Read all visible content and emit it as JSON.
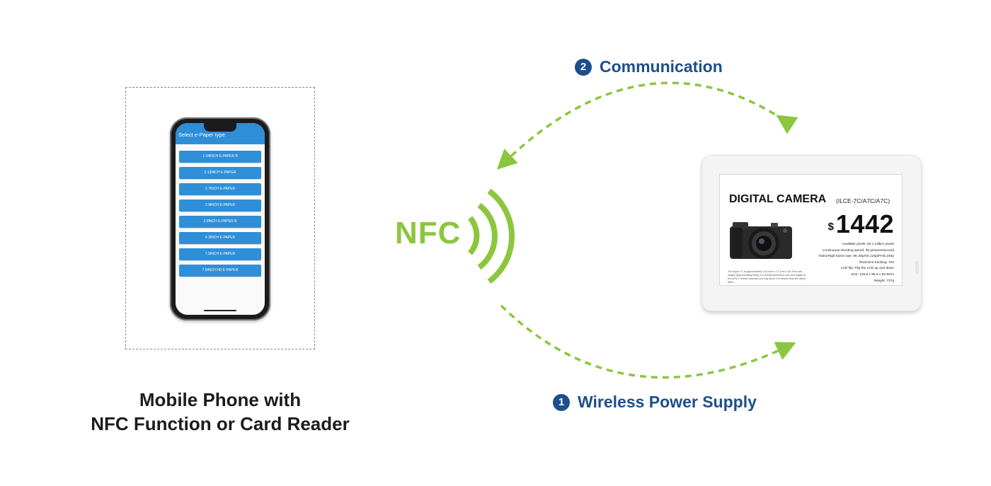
{
  "phone": {
    "header": "Select e-Paper type",
    "menu_items": [
      "1.54INCH E-PAPER B",
      "2.13INCH E-PAPER",
      "2.7INCH E-PAPER",
      "2.9INCH E-PAPER",
      "2.9INCH E-PAPER B",
      "4.2INCH E-PAPER",
      "7.5INCH E-PAPER",
      "7.5INCH HD E-PAPER"
    ]
  },
  "caption_line1": "Mobile Phone with",
  "caption_line2": "NFC Function or Card Reader",
  "nfc_label": "NFC",
  "communication": {
    "number": "2",
    "label": "Communication"
  },
  "power": {
    "number": "1",
    "label": "Wireless Power Supply"
  },
  "device": {
    "title": "DIGITAL CAMERA",
    "model": "(ILCE-7C/A7C/A7C)",
    "currency": "$",
    "price": "1442",
    "specs": [
      "Available pixels: 50.1 million pixels",
      "Continuous shooting speed: 30 pictures/second",
      "Video/High frame rate: 8K,30p/4K,120p/FHD,240p",
      "Real-time tracking: Yes",
      "LCD flip: Flip the LCD up and down",
      "Size: 128.9 x 96.9 x 80.8mm",
      "Weight: 737g"
    ],
    "description": "The Alpha 7C is approximately 124.0mm x 71.1mm x 59.7mm and weighs approximately 509g; it is almost identical in size and weight to the APS-C format cameras and only about 1% heavier than the Alpha 6600."
  },
  "colors": {
    "nfc_green": "#8cc63f",
    "label_blue": "#1d4f8a",
    "phone_blue": "#2e8fd8"
  }
}
